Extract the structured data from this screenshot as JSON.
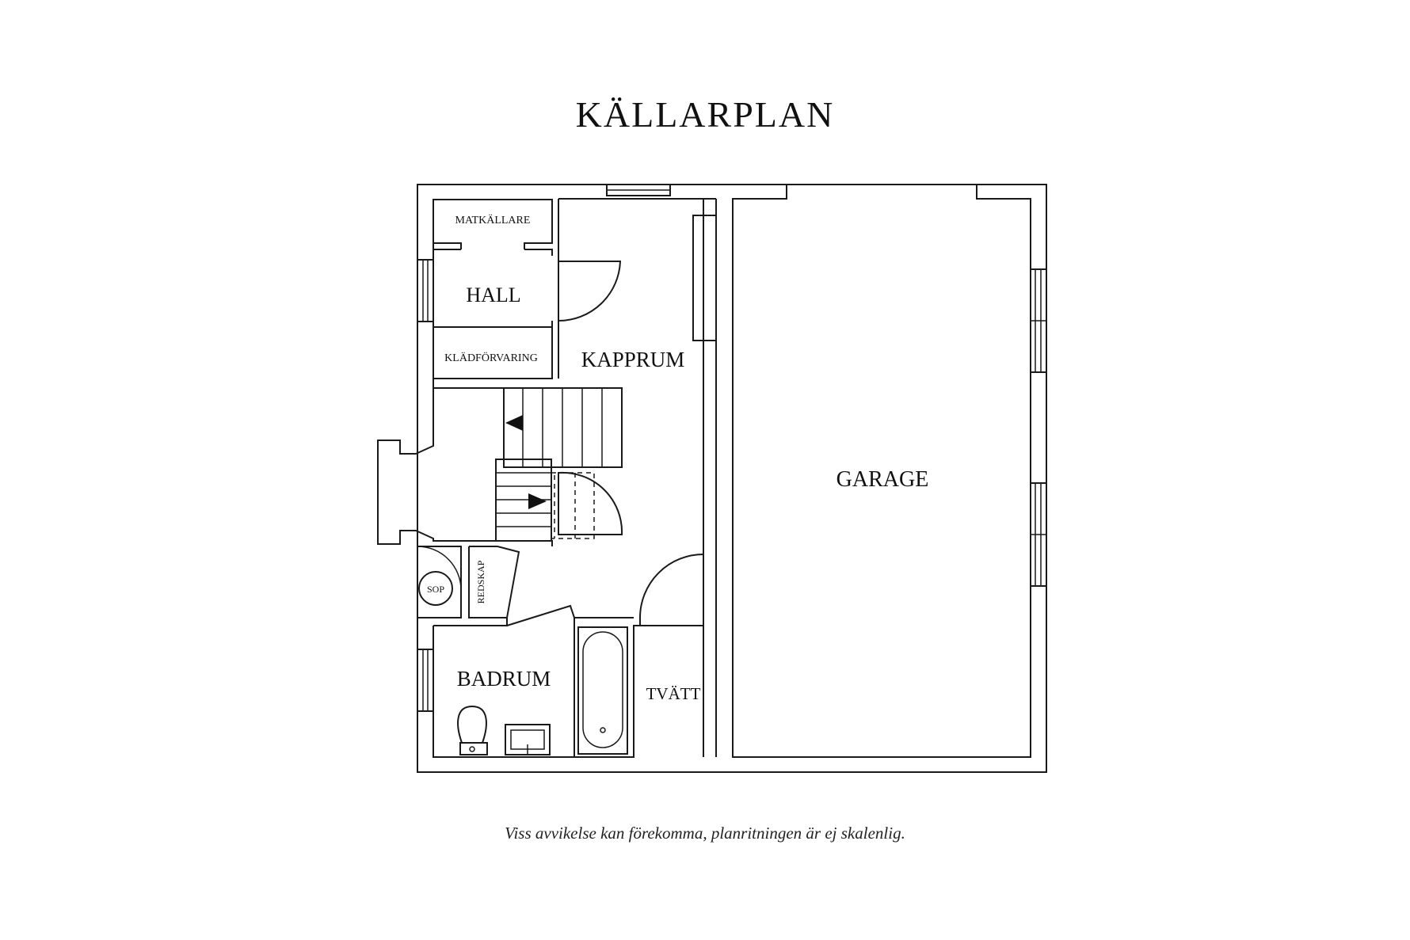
{
  "title": "KÄLLARPLAN",
  "rooms": {
    "matkallare": "MATKÄLLARE",
    "hall": "HALL",
    "kladforvaring": "KLÄDFÖRVARING",
    "kapprum": "KAPPRUM",
    "garage": "GARAGE",
    "sop": "SOP",
    "redskap": "REDSKAP",
    "badrum": "BADRUM",
    "tvatt": "TVÄTT"
  },
  "disclaimer": "Viss avvikelse kan förekomma, planritningen är ej skalenlig."
}
